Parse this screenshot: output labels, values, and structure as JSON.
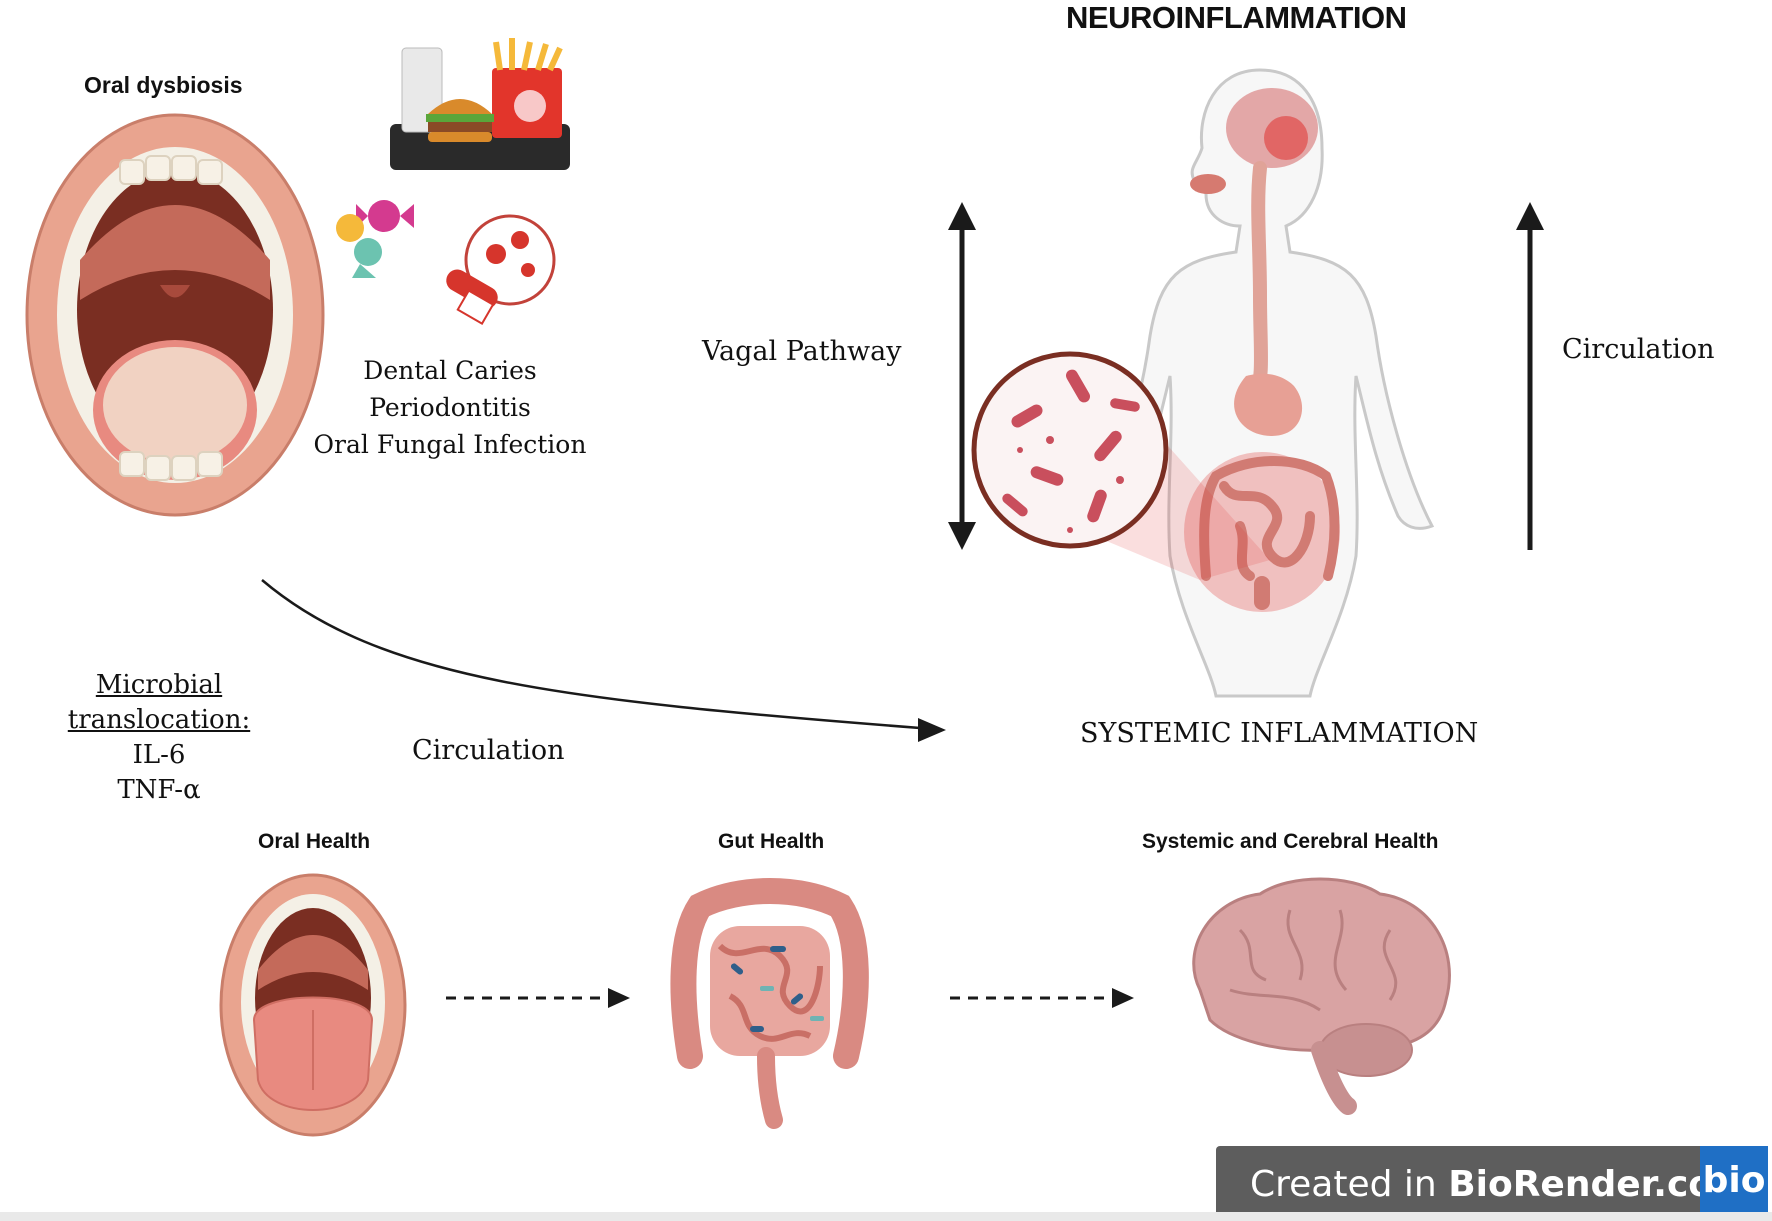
{
  "oral_dysbiosis": {
    "title": "Oral dysbiosis",
    "conditions": [
      "Dental Caries",
      "Periodontitis",
      "Oral Fungal Infection"
    ]
  },
  "neuroinflammation": {
    "title": "NEUROINFLAMMATION"
  },
  "pathways": {
    "vagal": "Vagal Pathway",
    "circulation_right": "Circulation",
    "circulation_lower": "Circulation"
  },
  "translocation": {
    "heading": "Microbial translocation:",
    "items": [
      "IL-6",
      "TNF-α"
    ]
  },
  "systemic": {
    "label": "SYSTEMIC INFLAMMATION"
  },
  "health_axis": {
    "oral": "Oral Health",
    "gut": "Gut Health",
    "systemic": "Systemic and Cerebral Health"
  },
  "badge": {
    "prefix": "Created in ",
    "brand": "BioRender.com",
    "logo": "bio"
  },
  "colors": {
    "lip": "#e9a48f",
    "mouth_dark": "#7a2e22",
    "palate": "#c46a5a",
    "tongue": "#e88a80",
    "teeth": "#f7f1e6",
    "body_outline": "#c9c9c9",
    "inflammation_red": "#e0322f",
    "gut": "#d98a82",
    "brain": "#d9a3a3",
    "arrow": "#1a1a1a",
    "badge_bg": "#5d5d5d",
    "badge_logo": "#1f6fc5"
  }
}
